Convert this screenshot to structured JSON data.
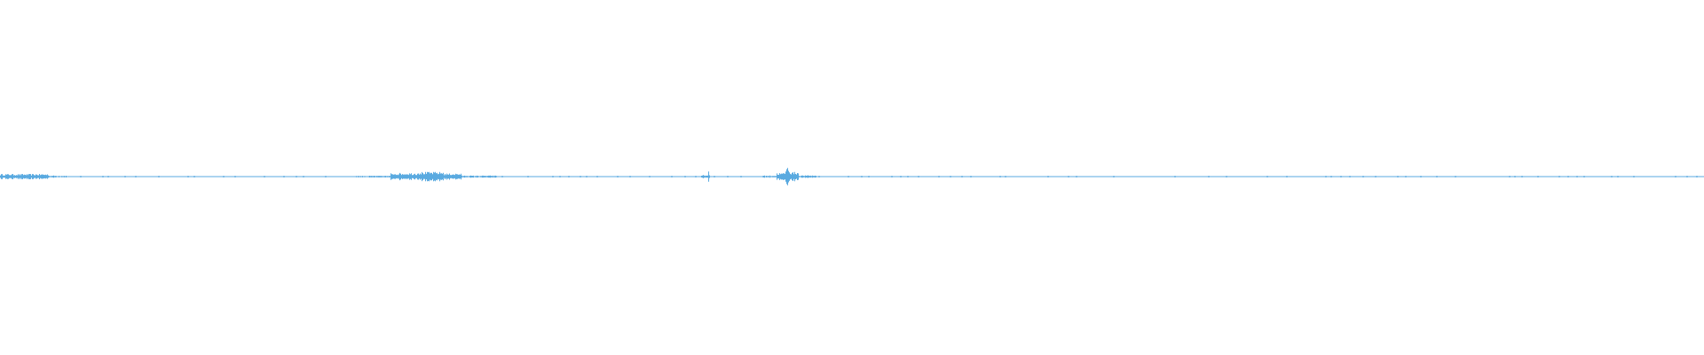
{
  "waveform": {
    "color": "#5aaae0",
    "segments": [
      [
        0.0,
        0.03,
        0.14
      ],
      [
        0.03,
        0.058,
        0.07
      ],
      [
        0.058,
        0.1,
        0.03
      ],
      [
        0.1,
        0.205,
        0.02
      ],
      [
        0.205,
        0.285,
        0.03
      ],
      [
        0.285,
        0.37,
        0.02
      ],
      [
        0.37,
        0.42,
        0.04
      ],
      [
        0.42,
        0.455,
        0.1
      ],
      [
        0.455,
        0.475,
        0.35
      ],
      [
        0.475,
        0.52,
        0.22
      ],
      [
        0.52,
        0.56,
        0.08
      ],
      [
        0.56,
        0.6,
        0.04
      ],
      [
        0.6,
        0.69,
        0.02
      ],
      [
        0.69,
        0.79,
        0.02
      ],
      [
        0.79,
        0.805,
        0.2
      ],
      [
        0.805,
        0.86,
        0.02
      ],
      [
        0.86,
        0.88,
        0.06
      ],
      [
        0.88,
        0.893,
        0.25
      ],
      [
        0.893,
        0.905,
        0.55
      ],
      [
        0.905,
        0.92,
        0.2
      ],
      [
        0.92,
        0.96,
        0.04
      ],
      [
        0.96,
        1.0,
        0.02
      ]
    ],
    "dashed_regions": [
      [
        0.04,
        0.205
      ],
      [
        0.225,
        0.405
      ],
      [
        0.56,
        0.87
      ],
      [
        1.0,
        1.23
      ],
      [
        1.23,
        1.4
      ]
    ],
    "bursts": [
      {
        "at": 0.832,
        "amp": 0.55
      },
      {
        "at": 0.925,
        "amp": 1.0
      },
      {
        "at": 0.465,
        "amp": 0.55
      },
      {
        "at": 0.5,
        "amp": 0.45
      }
    ]
  }
}
